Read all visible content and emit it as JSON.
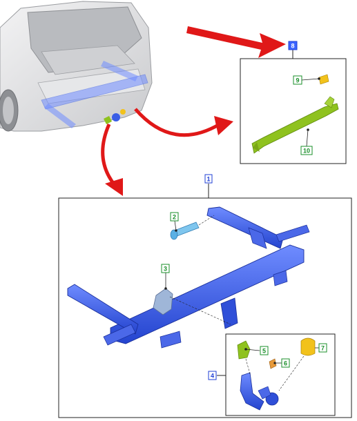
{
  "diagram": {
    "callouts": {
      "c1": "1",
      "c2": "2",
      "c3": "3",
      "c4": "4",
      "c5": "5",
      "c6": "6",
      "c7": "7",
      "c8": "8",
      "c9": "9",
      "c10": "10"
    },
    "colors": {
      "callout_blue": "#1f3fd6",
      "callout_green": "#1a8f2a",
      "arrow_red": "#e01818",
      "part_blue": "#3a5ee6",
      "part_green": "#8fc21f",
      "part_yellow": "#f2c21b",
      "car_gray": "#dcdde0"
    },
    "icons": [
      "car-rear-icon",
      "tow-bar-assembly-icon",
      "bolt-icon",
      "cover-icon",
      "tow-ball-icon",
      "wiring-bracket-icon",
      "clip-icon",
      "cap-icon",
      "bracket-icon",
      "reinforcement-rail-icon"
    ]
  }
}
